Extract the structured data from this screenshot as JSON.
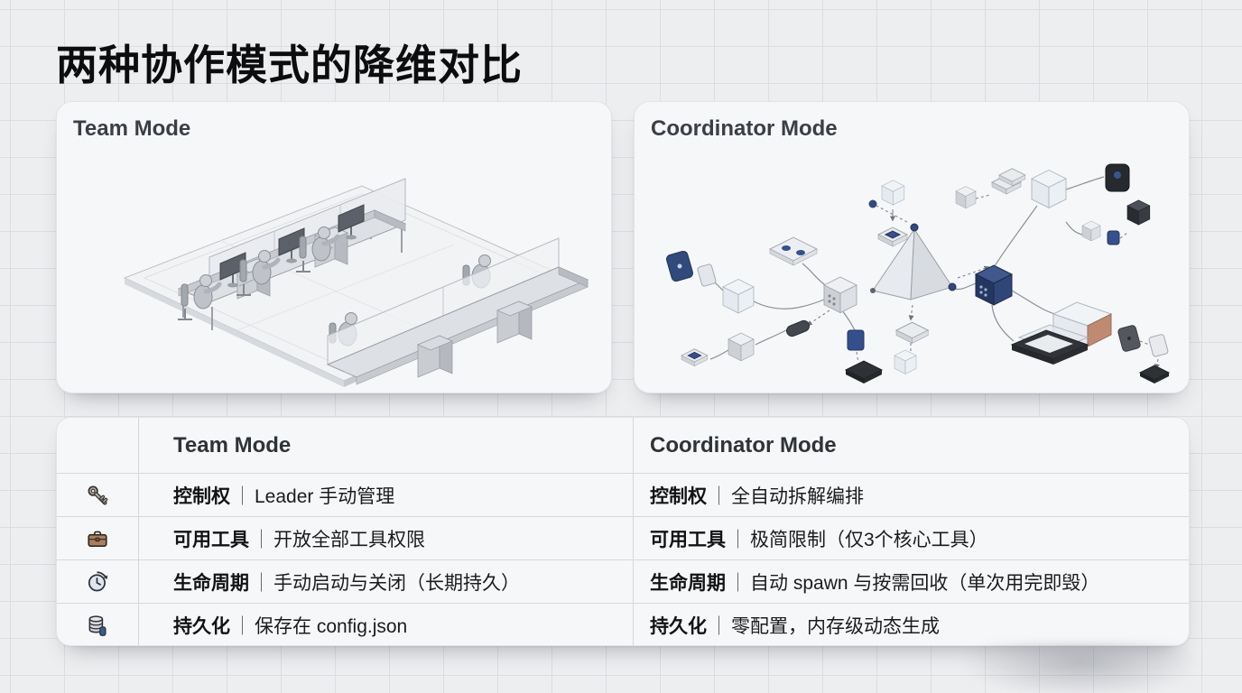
{
  "title": "两种协作模式的降维对比",
  "cards": {
    "team": {
      "label": "Team Mode",
      "illustration": "isometric gray office: two desk banks with partitions, monitors and seated figures"
    },
    "coordinator": {
      "label": "Coordinator Mode",
      "illustration": "isometric exploded network of small components wired around a central tetrahedron"
    }
  },
  "table": {
    "team_header": "Team Mode",
    "coordinator_header": "Coordinator Mode",
    "separator": "｜",
    "rows": [
      {
        "icon": "key-icon",
        "label": "控制权",
        "team_value": "Leader 手动管理",
        "coordinator_value": "全自动拆解编排"
      },
      {
        "icon": "briefcase-icon",
        "label": "可用工具",
        "team_value": "开放全部工具权限",
        "coordinator_value": "极简限制（仅3个核心工具）"
      },
      {
        "icon": "clock-icon",
        "label": "生命周期",
        "team_value": "手动启动与关闭（长期持久）",
        "coordinator_value": "自动 spawn 与按需回收（单次用完即毁）"
      },
      {
        "icon": "database-icon",
        "label": "持久化",
        "team_value": "保存在 config.json",
        "coordinator_value": "零配置，内存级动态生成"
      }
    ]
  }
}
